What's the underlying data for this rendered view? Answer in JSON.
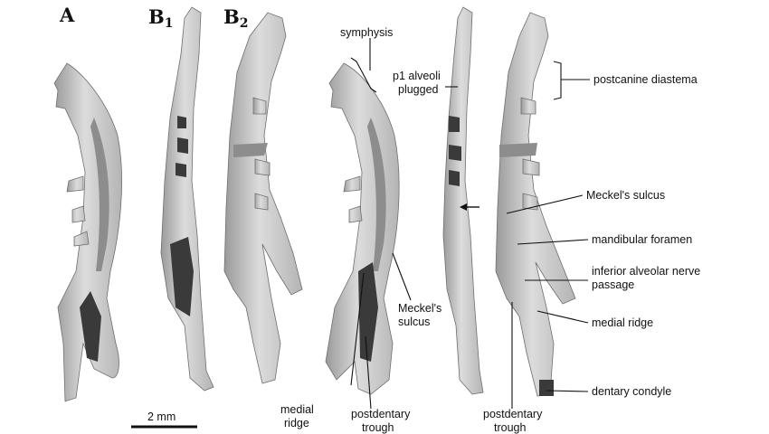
{
  "panels": {
    "a": "A",
    "b1_main": "B",
    "b1_sub": "1",
    "b2_main": "B",
    "b2_sub": "2"
  },
  "labels": {
    "symphysis": "symphysis",
    "p1_alveoli_line1": "p1 alveoli",
    "p1_alveoli_line2": "plugged",
    "postcanine_diastema": "postcanine diastema",
    "meckels_sulcus_right": "Meckel's sulcus",
    "mandibular_foramen": "mandibular foramen",
    "inferior_alveolar_line1": "inferior alveolar nerve",
    "inferior_alveolar_line2": "passage",
    "medial_ridge_right": "medial ridge",
    "dentary_condyle": "dentary condyle",
    "meckels_sulcus_left_line1": "Meckel's",
    "meckels_sulcus_left_line2": "sulcus",
    "medial_ridge_left_line1": "medial",
    "medial_ridge_left_line2": "ridge",
    "postdentary_left_line1": "postdentary",
    "postdentary_left_line2": "trough",
    "postdentary_right_line1": "postdentary",
    "postdentary_right_line2": "trough"
  },
  "scale_bar": {
    "label": "2 mm"
  }
}
